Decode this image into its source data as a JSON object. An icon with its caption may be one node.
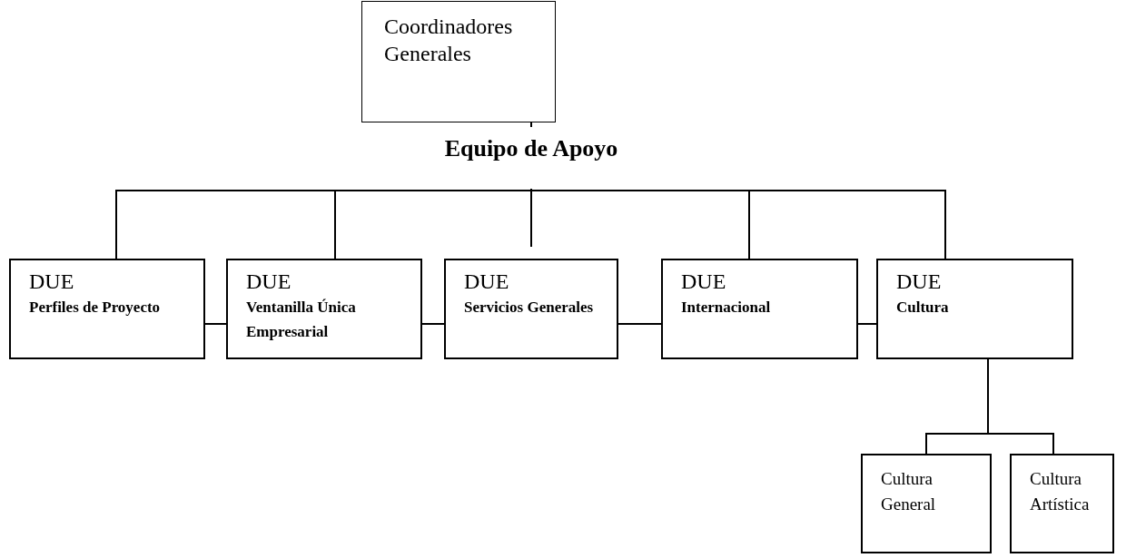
{
  "diagram": {
    "nodes": [
      {
        "text": [
          "Coordinadores Generales"
        ]
      },
      {
        "text": [
          "Equipo de Apoyo"
        ]
      },
      {
        "text": [
          "DUE",
          "Perfiles de Proyecto"
        ]
      },
      {
        "text": [
          "DUE",
          "Ventanilla Única Empresarial"
        ]
      },
      {
        "text": [
          "DUE",
          "Servicios Generales"
        ]
      },
      {
        "text": [
          "DUE",
          "Internacional"
        ]
      },
      {
        "text": [
          "DUE",
          "Cultura"
        ]
      },
      {
        "text": [
          "Cultura General"
        ]
      },
      {
        "text": [
          "Cultura Artística"
        ]
      }
    ],
    "edges": [
      {
        "from": 0,
        "to": 1,
        "arrow": "none"
      },
      {
        "from": 1,
        "to": 2,
        "arrow": "none"
      },
      {
        "from": 1,
        "to": 3,
        "arrow": "none"
      },
      {
        "from": 1,
        "to": 4,
        "arrow": "none"
      },
      {
        "from": 1,
        "to": 5,
        "arrow": "none"
      },
      {
        "from": 1,
        "to": 6,
        "arrow": "none"
      },
      {
        "from": 2,
        "to": 3,
        "arrow": "none"
      },
      {
        "from": 3,
        "to": 4,
        "arrow": "none"
      },
      {
        "from": 4,
        "to": 5,
        "arrow": "none"
      },
      {
        "from": 5,
        "to": 6,
        "arrow": "none"
      },
      {
        "from": 6,
        "to": 7,
        "arrow": "none"
      },
      {
        "from": 6,
        "to": 8,
        "arrow": "none"
      }
    ]
  }
}
